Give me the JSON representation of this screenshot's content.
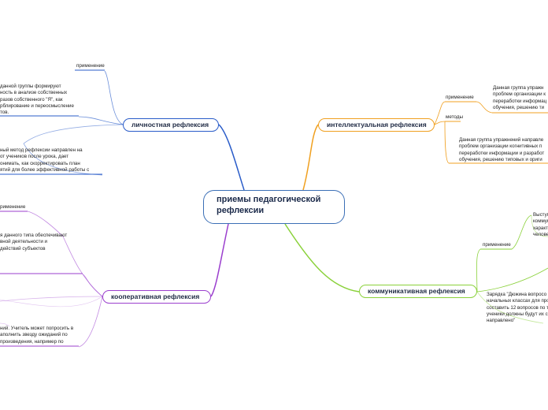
{
  "central": {
    "line1": "приемы педагогической",
    "line2": "рефлексии"
  },
  "topics": {
    "lichnostnaya": "личностная рефлексия",
    "intellektualnaya": "интеллектуальная рефлексия",
    "kommunikativnaya": "коммуникативная рефлексия",
    "kooperativnaya": "кооперативная рефлексия"
  },
  "labels": {
    "lich_primenenie": "применение",
    "int_primenenie": "применение",
    "int_metody": "методы",
    "kom_primenenie": "применение",
    "koop_primenenie": "рименение"
  },
  "texts": {
    "lich_1": "данной группы формируют\nность в анализе собственных\nразов собственного \"Я\", как\nрблирование и переосмысление\nтов.",
    "lich_2": "ный метод рефлексии направлен на\nот учеников после урока, дает\nонимать, как скорректировать план\nятий для более эффективной работы с",
    "int_1": "Данная группа упражн\nпроблем организации к\nпереработки информац\nобучения, решению ти",
    "int_2": "Данная группа упражнений направле\nпроблем организации когнитивных п\nпереработки информации и разработ\nобучения, решению типовых и ориги",
    "kom_1": "Выступ\nкоммун\nхаракт\nчелове",
    "kom_2": "Зарядка \"Дюжина вопросо\nначальных классах для про\nсоставить 12 вопросов по т\nученики должны будут их с\nнаправлено\"",
    "koop_1": "я данного типа обеспечивают\nвной деятельности и\nдействий субъектов",
    "koop_2": "ний. Учитель может попросить в\nаполнить звезду ожиданий по\nпроизведения, например по"
  },
  "colors": {
    "lichnostnaya": "#2a5cc9",
    "intellektualnaya": "#f0a020",
    "kommunikativnaya": "#8ad13a",
    "kooperativnaya": "#9b3fce",
    "central": "#3b6fb6"
  }
}
